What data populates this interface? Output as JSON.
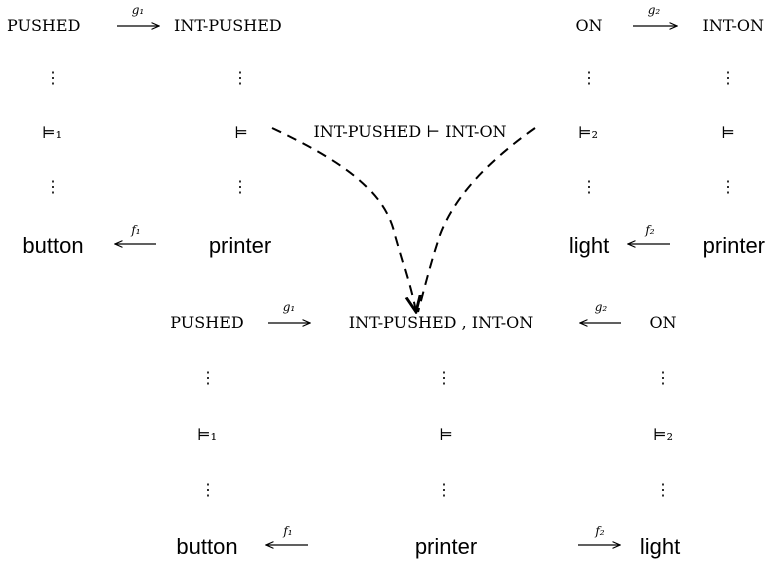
{
  "top_left": {
    "syntax_left": "PUSHED",
    "syntax_right": "INT-PUSHED",
    "morph_top": "g₁",
    "sat_left": "⊨₁",
    "sat_right": "⊨",
    "model_left": "button",
    "model_right": "printer",
    "morph_bottom": "f₁",
    "dots": "⋮"
  },
  "top_right": {
    "syntax_left": "ON",
    "syntax_right": "INT-ON",
    "morph_top": "g₂",
    "sat_left": "⊨₂",
    "sat_right": "⊨",
    "model_left": "light",
    "model_right": "printer",
    "morph_bottom": "f₂",
    "dots": "⋮"
  },
  "middle": {
    "entailment": "INT-PUSHED ⊢ INT-ON"
  },
  "bottom": {
    "syntax_left": "PUSHED",
    "syntax_mid": "INT-PUSHED , INT-ON",
    "syntax_right": "ON",
    "morph_left": "g₁",
    "morph_right": "g₂",
    "sat_left": "⊨₁",
    "sat_mid": "⊨",
    "sat_right": "⊨₂",
    "model_left": "button",
    "model_mid": "printer",
    "model_right": "light",
    "morph_bottom_left": "f₁",
    "morph_bottom_right": "f₂",
    "dots": "⋮"
  }
}
